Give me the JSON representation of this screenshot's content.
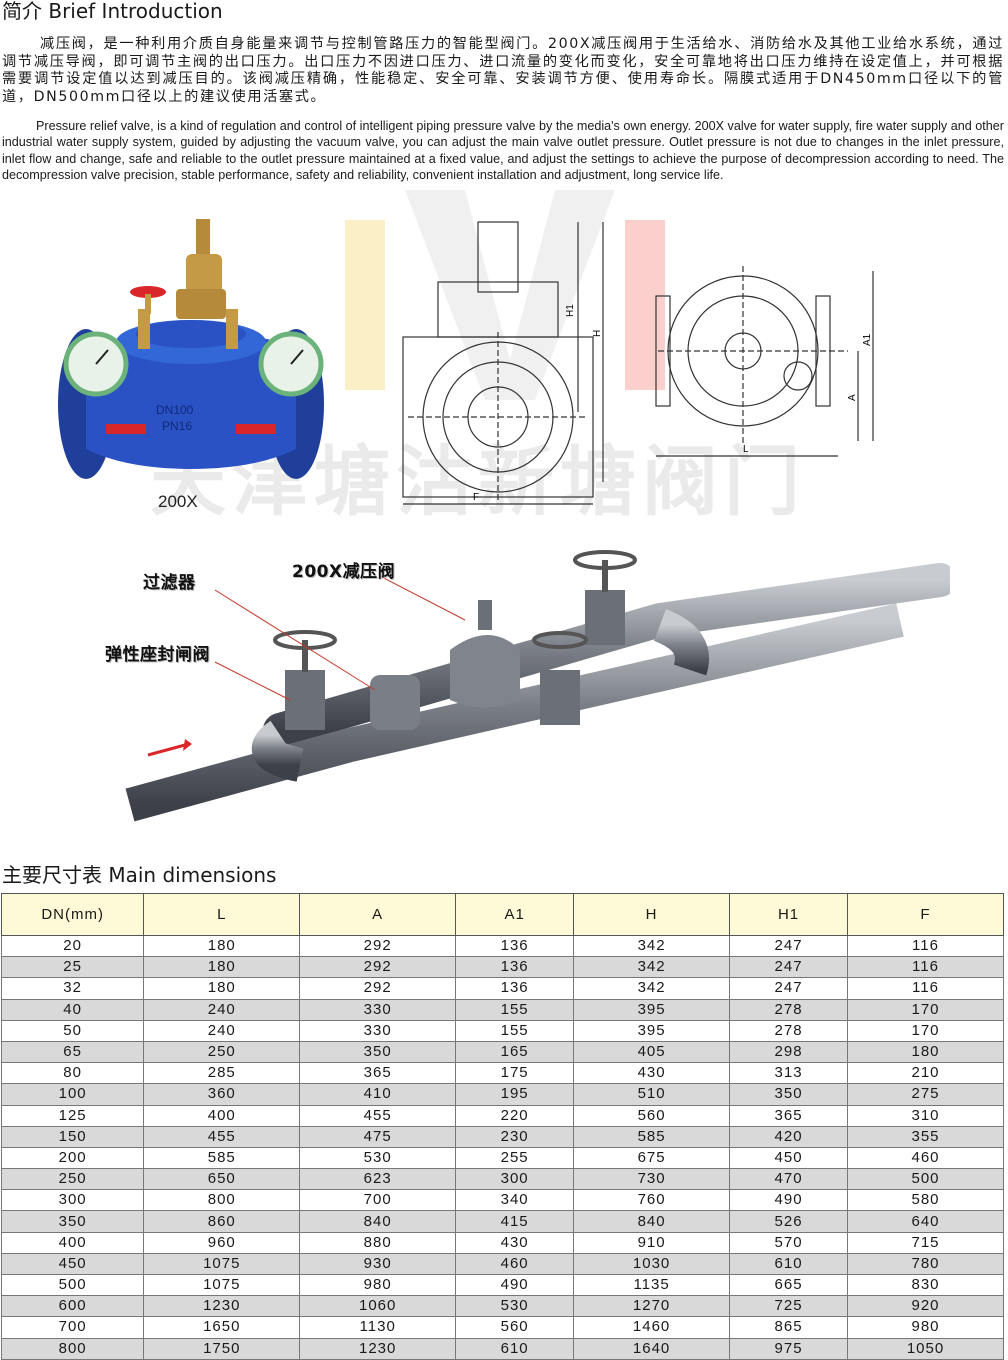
{
  "intro": {
    "title": "简介 Brief Introduction",
    "paragraph_cn": "减压阀，是一种利用介质自身能量来调节与控制管路压力的智能型阀门。200X减压阀用于生活给水、消防给水及其他工业给水系统，通过调节减压导阀，即可调节主阀的出口压力。出口压力不因进口压力、进口流量的变化而变化，安全可靠地将出口压力维持在设定值上，并可根据需要调节设定值以达到减压目的。该阀减压精确，性能稳定、安全可靠、安装调节方便、使用寿命长。隔膜式适用于DN450mm口径以下的管道，DN500mm口径以上的建议使用活塞式。",
    "paragraph_en": "Pressure relief valve, is a kind of regulation and control of intelligent piping pressure valve by the media's own energy. 200X valve for water supply, fire water supply and other industrial water supply system, guided by adjusting the vacuum valve, you can adjust the main valve outlet pressure. Outlet pressure is not due to changes in the inlet pressure, inlet flow and change, safe and reliable to the outlet pressure maintained at a fixed value, and adjust the settings to achieve the purpose of decompression according to need. The decompression valve precision, stable performance, safety and reliability, convenient installation and adjustment, long service life."
  },
  "watermark": "天津塘沽新塘阀门",
  "product": {
    "model_label": "200X",
    "body_marking": [
      "DN100",
      "PN16"
    ]
  },
  "drawings": {
    "front_labels": {
      "h1": "H1",
      "h": "H",
      "f": "F"
    },
    "top_labels": {
      "a1": "A1",
      "a": "A",
      "l": "L"
    }
  },
  "installation": {
    "callouts": {
      "filter": "过滤器",
      "valve": "200X减压阀",
      "gate_valve": "弹性座封闸阀"
    }
  },
  "dimensions": {
    "title": "主要尺寸表 Main dimensions",
    "headers": [
      "DN(mm)",
      "L",
      "A",
      "A1",
      "H",
      "H1",
      "F"
    ],
    "rows": [
      [
        "20",
        "180",
        "292",
        "136",
        "342",
        "247",
        "116"
      ],
      [
        "25",
        "180",
        "292",
        "136",
        "342",
        "247",
        "116"
      ],
      [
        "32",
        "180",
        "292",
        "136",
        "342",
        "247",
        "116"
      ],
      [
        "40",
        "240",
        "330",
        "155",
        "395",
        "278",
        "170"
      ],
      [
        "50",
        "240",
        "330",
        "155",
        "395",
        "278",
        "170"
      ],
      [
        "65",
        "250",
        "350",
        "165",
        "405",
        "298",
        "180"
      ],
      [
        "80",
        "285",
        "365",
        "175",
        "430",
        "313",
        "210"
      ],
      [
        "100",
        "360",
        "410",
        "195",
        "510",
        "350",
        "275"
      ],
      [
        "125",
        "400",
        "455",
        "220",
        "560",
        "365",
        "310"
      ],
      [
        "150",
        "455",
        "475",
        "230",
        "585",
        "420",
        "355"
      ],
      [
        "200",
        "585",
        "530",
        "255",
        "675",
        "450",
        "460"
      ],
      [
        "250",
        "650",
        "623",
        "300",
        "730",
        "470",
        "500"
      ],
      [
        "300",
        "800",
        "700",
        "340",
        "760",
        "490",
        "580"
      ],
      [
        "350",
        "860",
        "840",
        "415",
        "840",
        "526",
        "640"
      ],
      [
        "400",
        "960",
        "880",
        "430",
        "910",
        "570",
        "715"
      ],
      [
        "450",
        "1075",
        "930",
        "460",
        "1030",
        "610",
        "780"
      ],
      [
        "500",
        "1075",
        "980",
        "490",
        "1135",
        "665",
        "830"
      ],
      [
        "600",
        "1230",
        "1060",
        "530",
        "1270",
        "725",
        "920"
      ],
      [
        "700",
        "1650",
        "1130",
        "560",
        "1460",
        "865",
        "980"
      ],
      [
        "800",
        "1750",
        "1230",
        "610",
        "1640",
        "975",
        "1050"
      ]
    ]
  }
}
